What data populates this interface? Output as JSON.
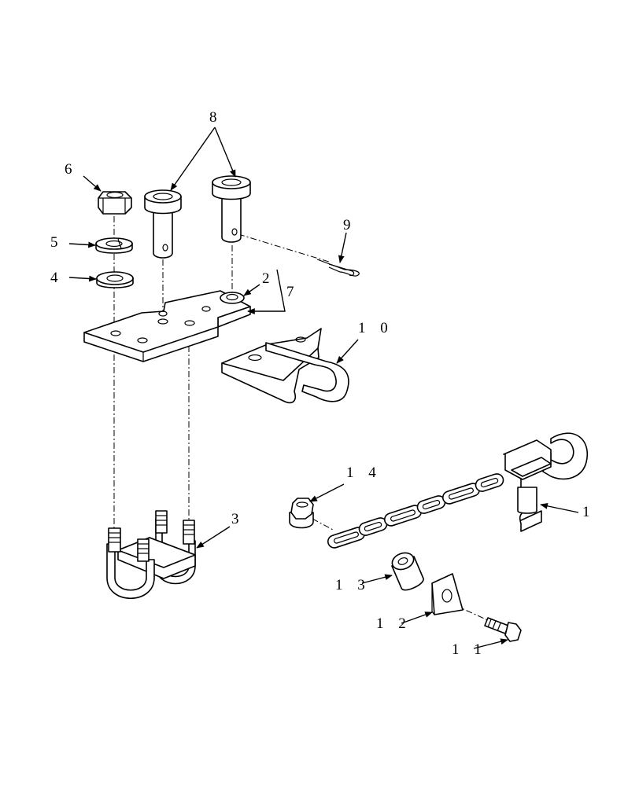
{
  "callouts": {
    "c1": "1",
    "c2": "2",
    "c3": "3",
    "c4": "4",
    "c5": "5",
    "c6": "6",
    "c7": "7",
    "c8": "8",
    "c9": "9",
    "c10": "1 0",
    "c11": "1 1",
    "c12": "1 2",
    "c13": "1 3",
    "c14": "1 4"
  }
}
